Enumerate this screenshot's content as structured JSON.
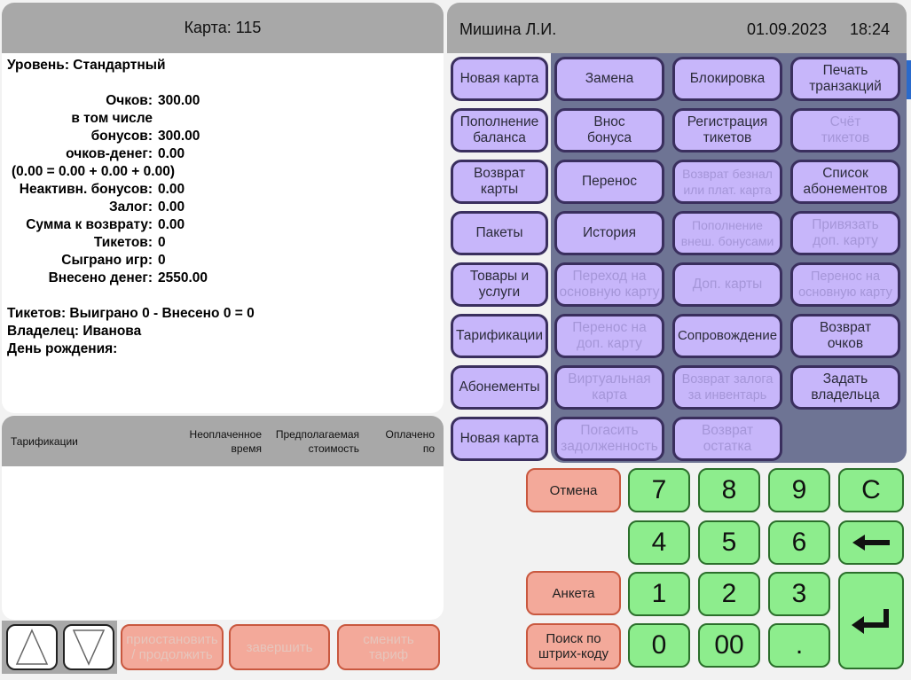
{
  "card_header": {
    "title": "Карта: 115"
  },
  "info": {
    "level": "Уровень: Стандартный",
    "points_label": "Очков:",
    "points": "300.00",
    "including": "в том числе",
    "bonus_label": "бонусов:",
    "bonus": "300.00",
    "money_label": "очков-денег:",
    "money": "0.00",
    "formula": "(0.00 = 0.00 + 0.00 + 0.00)",
    "inactive_label": "Неактивн. бонусов:",
    "inactive": "0.00",
    "deposit_label": "Залог:",
    "deposit": "0.00",
    "refund_label": "Сумма к возврату:",
    "refund": "0.00",
    "tickets_label": "Тикетов:",
    "tickets": "0",
    "games_label": "Сыграно игр:",
    "games": "0",
    "paid_label": "Внесено денег:",
    "paid": "2550.00",
    "tickets_summary": "Тикетов: Выиграно 0 - Внесено 0 = 0",
    "owner": "Владелец: Иванова",
    "birthday": "День рождения:"
  },
  "tarif_table": {
    "col1": "Тарификации",
    "col2a": "Неоплаченное",
    "col2b": "время",
    "col3a": "Предполагаемая",
    "col3b": "стоимость",
    "col4a": "Оплачено",
    "col4b": "по"
  },
  "bottom": {
    "pause_a": "приостановить",
    "pause_b": "/ продолжить",
    "finish": "завершить",
    "change_a": "сменить",
    "change_b": "тариф"
  },
  "user_header": {
    "user": "Мишина Л.И.",
    "date": "01.09.2023",
    "time": "18:24"
  },
  "buttons": {
    "new_card": "Новая карта",
    "replace": "Замена",
    "block": "Блокировка",
    "print_a": "Печать",
    "print_b": "транзакций",
    "topup_a": "Пополнение",
    "topup_b": "баланса",
    "bonus_a": "Внос",
    "bonus_b": "бонуса",
    "reg_a": "Регистрация",
    "reg_b": "тикетов",
    "ticket_acc_a": "Счёт",
    "ticket_acc_b": "тикетов",
    "return_card_a": "Возврат",
    "return_card_b": "карты",
    "transfer": "Перенос",
    "refund_cashless_a": "Возврат безнал",
    "refund_cashless_b": "или плат. карта",
    "subs_list_a": "Список",
    "subs_list_b": "абонементов",
    "packages": "Пакеты",
    "history": "История",
    "ext_bonus_a": "Пополнение",
    "ext_bonus_b": "внеш. бонусами",
    "link_extra_a": "Привязать",
    "link_extra_b": "доп. карту",
    "goods_a": "Товары и",
    "goods_b": "услуги",
    "to_main_a": "Переход на",
    "to_main_b": "основную карту",
    "extra_cards": "Доп. карты",
    "transfer_main_a": "Перенос на",
    "transfer_main_b": "основную карту",
    "tarifs": "Тарификации",
    "transfer_extra_a": "Перенос на",
    "transfer_extra_b": "доп. карту",
    "escort": "Сопровождение",
    "return_points_a": "Возврат",
    "return_points_b": "очков",
    "subscriptions": "Абонементы",
    "virtual_a": "Виртуальная",
    "virtual_b": "карта",
    "return_deposit_a": "Возврат залога",
    "return_deposit_b": "за инвентарь",
    "set_owner_a": "Задать",
    "set_owner_b": "владельца",
    "new_card2": "Новая карта",
    "repay_a": "Погасить",
    "repay_b": "задолженность",
    "return_rest_a": "Возврат",
    "return_rest_b": "остатка"
  },
  "actions": {
    "cancel": "Отмена",
    "survey": "Анкета",
    "barcode_a": "Поиск по",
    "barcode_b": "штрих-коду"
  },
  "keypad": {
    "k7": "7",
    "k8": "8",
    "k9": "9",
    "kc": "C",
    "k4": "4",
    "k5": "5",
    "k6": "6",
    "k1": "1",
    "k2": "2",
    "k3": "3",
    "k0": "0",
    "k00": "00",
    "kdot": "."
  },
  "colors": {
    "panel_gray": "#a8a8a8",
    "purple_button": "#c7b6fa",
    "grid_bg": "#6e7494",
    "green_key": "#8ded8d",
    "salmon": "#f3a99a"
  }
}
